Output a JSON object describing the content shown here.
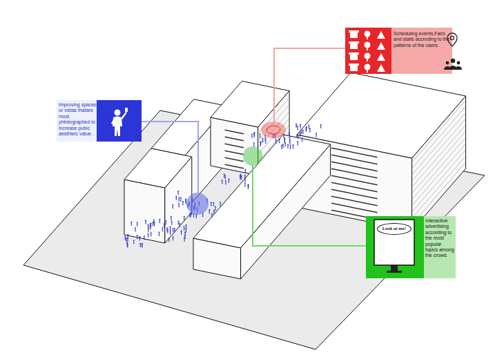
{
  "diagram": {
    "nodes": [
      {
        "text": [
          "Scheduling events,Fairs and stalls accroding to the patterns of the users."
        ]
      },
      {
        "text": [
          "Improving spaces or vistas thatare most phtotographed to increase pubic aesthteic value."
        ]
      },
      {
        "text": [
          "Interactive advertising according to the most popular topics among the crowd."
        ]
      },
      {
        "text": [
          "Look at me!"
        ],
        "in": 2
      }
    ]
  }
}
